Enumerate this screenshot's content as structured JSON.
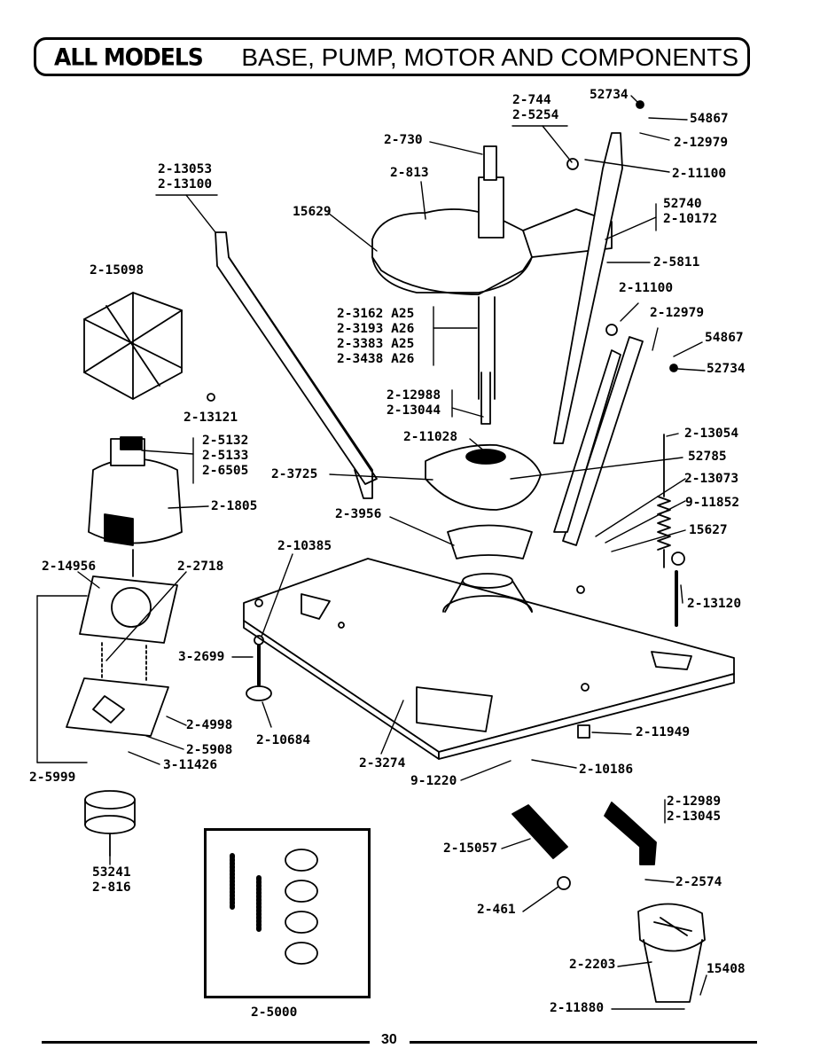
{
  "header": {
    "left": "ALL MODELS",
    "right": "BASE, PUMP, MOTOR AND COMPONENTS"
  },
  "labels": {
    "p2_744": "2-744",
    "p2_5254": "2-5254",
    "p52734_top": "52734",
    "p54867_top": "54867",
    "p2_12979_top": "2-12979",
    "p2_730": "2-730",
    "p2_11100_top": "2-11100",
    "p2_813": "2-813",
    "p2_13053": "2-13053",
    "p2_13100": "2-13100",
    "p52740": "52740",
    "p2_10172": "2-10172",
    "p15629": "15629",
    "p2_5811": "2-5811",
    "p2_15098": "2-15098",
    "p2_11100_mid": "2-11100",
    "p2_12979_mid": "2-12979",
    "p54867_mid": "54867",
    "p52734_mid": "52734",
    "p2_3162": "2-3162 A25",
    "p2_3193": "2-3193 A26",
    "p2_3383": "2-3383 A25",
    "p2_3438": "2-3438 A26",
    "p2_12988": "2-12988",
    "p2_13044": "2-13044",
    "p2_13121": "2-13121",
    "p2_11028": "2-11028",
    "p2_13054": "2-13054",
    "p2_5132": "2-5132",
    "p2_5133": "2-5133",
    "p2_6505": "2-6505",
    "p52785": "52785",
    "p2_3725": "2-3725",
    "p2_13073": "2-13073",
    "p2_1805": "2-1805",
    "p9_11852": "9-11852",
    "p2_3956": "2-3956",
    "p15627": "15627",
    "p2_10385": "2-10385",
    "p2_14956": "2-14956",
    "p2_2718": "2-2718",
    "p2_13120": "2-13120",
    "p3_2699": "3-2699",
    "p2_4998": "2-4998",
    "p2_10684": "2-10684",
    "p2_5908": "2-5908",
    "p2_11949": "2-11949",
    "p3_11426": "3-11426",
    "p2_3274": "2-3274",
    "p2_5999": "2-5999",
    "p9_1220": "9-1220",
    "p2_10186": "2-10186",
    "p2_12989": "2-12989",
    "p2_13045": "2-13045",
    "p53241": "53241",
    "p2_816": "2-816",
    "p2_15057": "2-15057",
    "p2_2574": "2-2574",
    "p2_461": "2-461",
    "p2_2203": "2-2203",
    "p15408": "15408",
    "p2_11880": "2-11880",
    "p2_5000": "2-5000"
  },
  "footer": {
    "page_number": "30"
  }
}
